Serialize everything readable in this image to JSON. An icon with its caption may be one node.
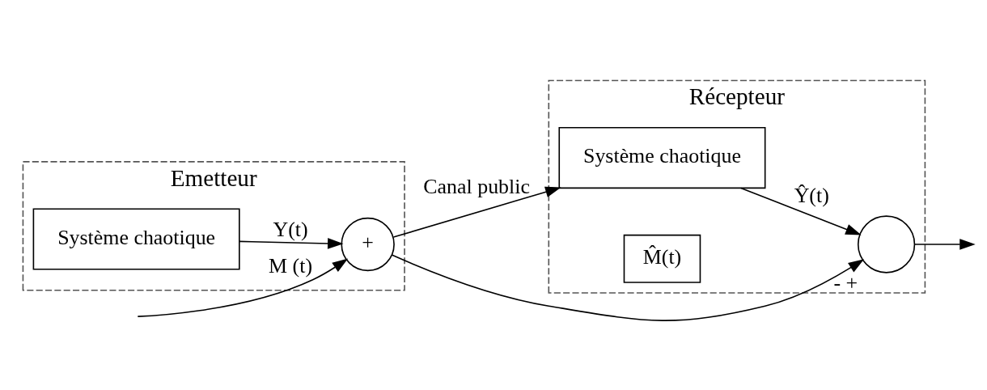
{
  "diagram": {
    "nodes": [
      {
        "text": [
          "Emetteur"
        ]
      },
      {
        "text": [
          "Système chaotique"
        ],
        "in": 0
      },
      {
        "text": [
          "+"
        ],
        "in": 0
      },
      {
        "text": [
          "Récepteur"
        ]
      },
      {
        "text": [
          "Système chaotique"
        ],
        "in": 3
      },
      {
        "text": [],
        "shape": "circle",
        "in": 3,
        "beside": [
          "-",
          "+"
        ]
      },
      {
        "text": [
          "M̂(t)"
        ],
        "in": 3
      }
    ],
    "edges": [
      {
        "from": 1,
        "to": 2,
        "arrow": "to",
        "label": "Y(t)"
      },
      {
        "from": null,
        "to": 2,
        "arrow": "to",
        "label": "M (t)"
      },
      {
        "from": 2,
        "to": 4,
        "arrow": "to",
        "label": "Canal public"
      },
      {
        "from": 2,
        "to": 5,
        "arrow": "to"
      },
      {
        "from": 4,
        "to": 5,
        "arrow": "to",
        "label": "Ŷ(t)"
      },
      {
        "from": 5,
        "to": null,
        "arrow": "to"
      }
    ]
  }
}
